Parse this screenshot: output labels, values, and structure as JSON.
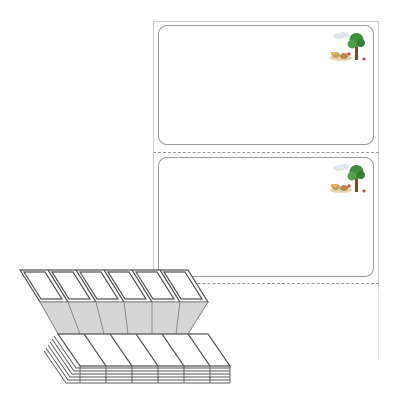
{
  "product": {
    "type": "fanfold labels",
    "labels_per_sheet_visible": 2,
    "corner_style": "rounded",
    "label_art": "picnic-scene-icon",
    "perforation_style": "dashed"
  },
  "colors": {
    "label_border": "#9b9b9b",
    "sheet_border": "#c9c9c9",
    "perforation": "#9a9a9a",
    "stack_fill": "#d6d6d6",
    "stack_edge": "#555555",
    "tree_green": "#3e8e3a",
    "trunk_brown": "#7a4a22",
    "basket_tan": "#c8a060",
    "cloud": "#dfe6ee"
  }
}
